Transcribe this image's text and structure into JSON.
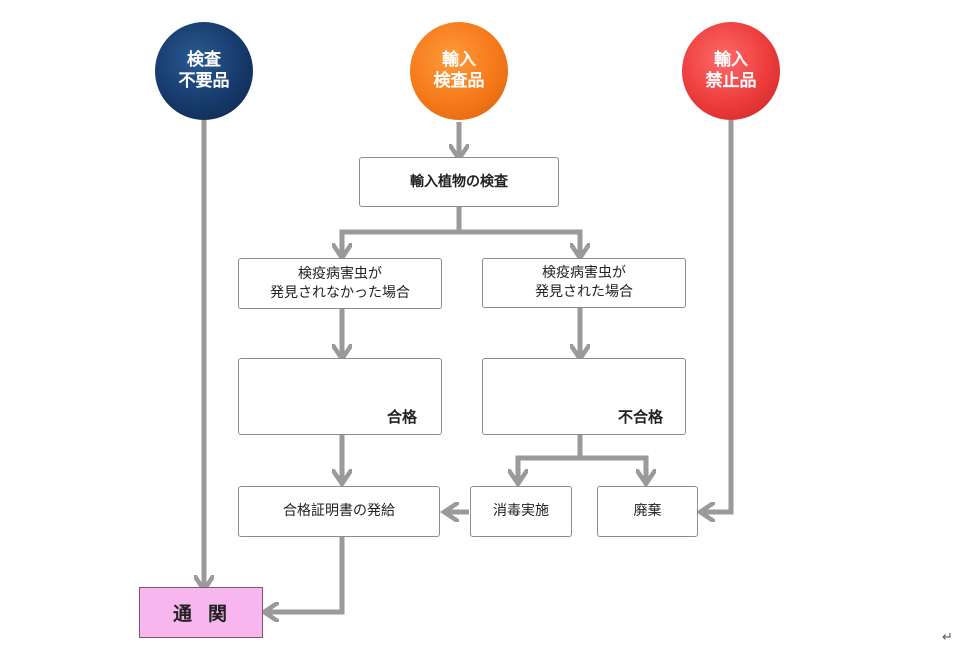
{
  "categories": {
    "no_inspection": "検査\n不要品",
    "inspection": "輸入\n検査品",
    "prohibited": "輸入\n禁止品"
  },
  "colors": {
    "navy": "#163a6b",
    "orange": "#f5791a",
    "red": "#ec3c3c",
    "arrow": "#9a9a9a",
    "pass_mark": "#f06ad0",
    "fail_mark": "#7fd6f7",
    "customs_fill": "#f7b7ee"
  },
  "nodes": {
    "inspection_step": "輸入植物の検査",
    "not_found": "検疫病害虫が\n発見されなかった場合",
    "found": "検疫病害虫が\n発見された場合",
    "pass_label": "合格",
    "fail_label": "不合格",
    "certificate": "合格証明書の発給",
    "disinfection": "消毒実施",
    "disposal": "廃棄",
    "customs": "通関"
  },
  "marks": {
    "pass_icon": "circle-mark",
    "fail_icon": "cross-mark",
    "return_glyph": "↵"
  }
}
